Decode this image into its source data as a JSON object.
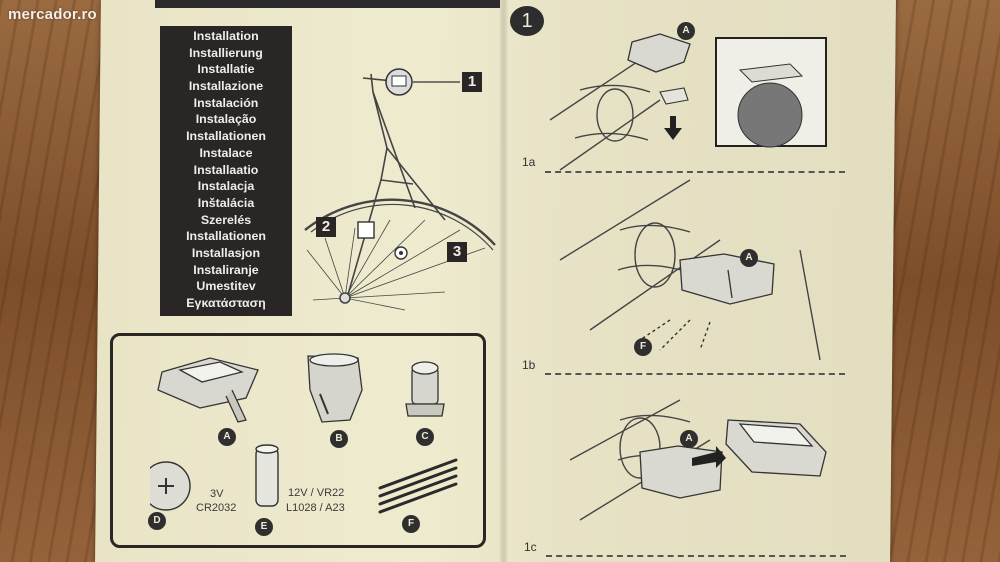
{
  "watermark": "mercador.ro",
  "languages": [
    "Installation",
    "Installierung",
    "Installatie",
    "Installazione",
    "Instalación",
    "Instalação",
    "Installationen",
    "Instalace",
    "Installaatio",
    "Instalacja",
    "Inštalácia",
    "Szerelés",
    "Installationen",
    "Installasjon",
    "Instaliranje",
    "Umestitev",
    "Εγκατάσταση"
  ],
  "bike_callouts": [
    "1",
    "2",
    "3"
  ],
  "parts": {
    "labels": [
      "A",
      "B",
      "C",
      "D",
      "E",
      "F"
    ],
    "battery_voltage": "3V",
    "battery_model": "CR2032",
    "cell_spec_line1": "12V / VR22",
    "cell_spec_line2": "L1028 / A23"
  },
  "step_number": "1",
  "substeps": [
    "1a",
    "1b",
    "1c"
  ],
  "diagram_labels": {
    "mount": "A",
    "ties": "F"
  }
}
